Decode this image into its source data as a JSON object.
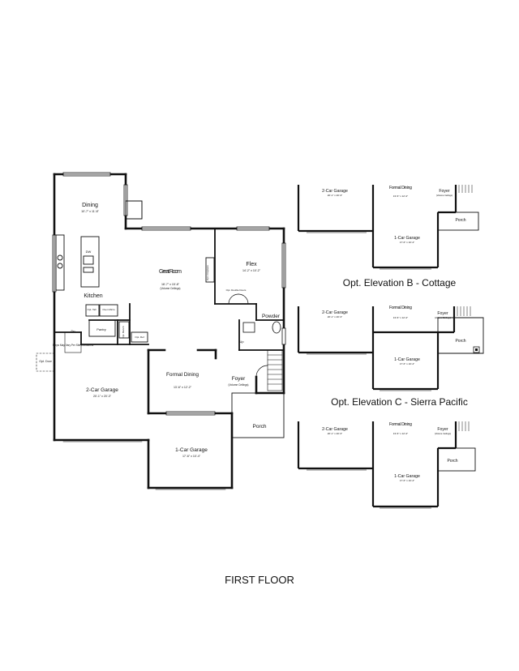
{
  "plan": {
    "floor_title": "FIRST FLOOR",
    "main": {
      "dining": {
        "name": "Dining",
        "dim": "10'-7\" x 11'-8\""
      },
      "kitchen": {
        "name": "Kitchen",
        "dw": "DW"
      },
      "great_room": {
        "name": "Great Room",
        "dim": "18'-7\" x 15'-8\"",
        "note": "(Volume Ceilings)"
      },
      "flex": {
        "name": "Flex",
        "dim": "14'-2\" x 10'-2\""
      },
      "opt_fireplace": "Opt. Fireplace",
      "opt_double_doors": "Opt. Double Doors",
      "powder": "Powder",
      "pantry": "Pantry",
      "opt_tall": "Opt. Tall",
      "oven_micro": "Oven Micro",
      "opt_ref": "Opt. Ref",
      "opt_bench": "Opt. Bench",
      "dn": "Dn",
      "opt_door": "Opt. Door",
      "steps_note": "Steps May Vary Per Site Conditions",
      "garage2": {
        "name": "2-Car Garage",
        "dim": "20'-1\" x 20'-3\""
      },
      "garage1": {
        "name": "1-Car Garage",
        "dim": "17'-6\" x 10'-4\""
      },
      "formal_dining": {
        "name": "Formal Dining",
        "dim": "13'-6\" x 12'-2\""
      },
      "foyer": {
        "name": "Foyer",
        "note": "(Volume Ceilings)"
      },
      "porch": "Porch",
      "up": "Up"
    },
    "elevation_b": {
      "caption": "Opt. Elevation B - Cottage",
      "garage2": {
        "name": "2-Car Garage",
        "dim": "20'-1\" x 20'-3\""
      },
      "formal_dining": {
        "name": "Formal Dining",
        "dim": "13'-6\" x 12'-2\""
      },
      "foyer": {
        "name": "Foyer",
        "note": "(Volume Ceilings)"
      },
      "garage1": {
        "name": "1-Car Garage",
        "dim": "17'-6\" x 10'-4\""
      },
      "porch": "Porch"
    },
    "elevation_c": {
      "caption": "Opt. Elevation C - Sierra Pacific",
      "garage2": {
        "name": "2-Car Garage",
        "dim": "20'-1\" x 20'-3\""
      },
      "formal_dining": {
        "name": "Formal Dining",
        "dim": "13'-6\" x 12'-2\""
      },
      "foyer": {
        "name": "Foyer",
        "note": "(Volume Ceilings)"
      },
      "garage1": {
        "name": "1-Car Garage",
        "dim": "17'-6\" x 10'-4\""
      },
      "porch": "Porch"
    },
    "elevation_d": {
      "garage2": {
        "name": "2-Car Garage",
        "dim": "20'-1\" x 20'-3\""
      },
      "formal_dining": {
        "name": "Formal Dining",
        "dim": "13'-6\" x 12'-2\""
      },
      "foyer": {
        "name": "Foyer",
        "note": "(Volume Ceilings)"
      },
      "garage1": {
        "name": "1-Car Garage",
        "dim": "17'-6\" x 10'-4\""
      },
      "porch": "Porch"
    }
  }
}
